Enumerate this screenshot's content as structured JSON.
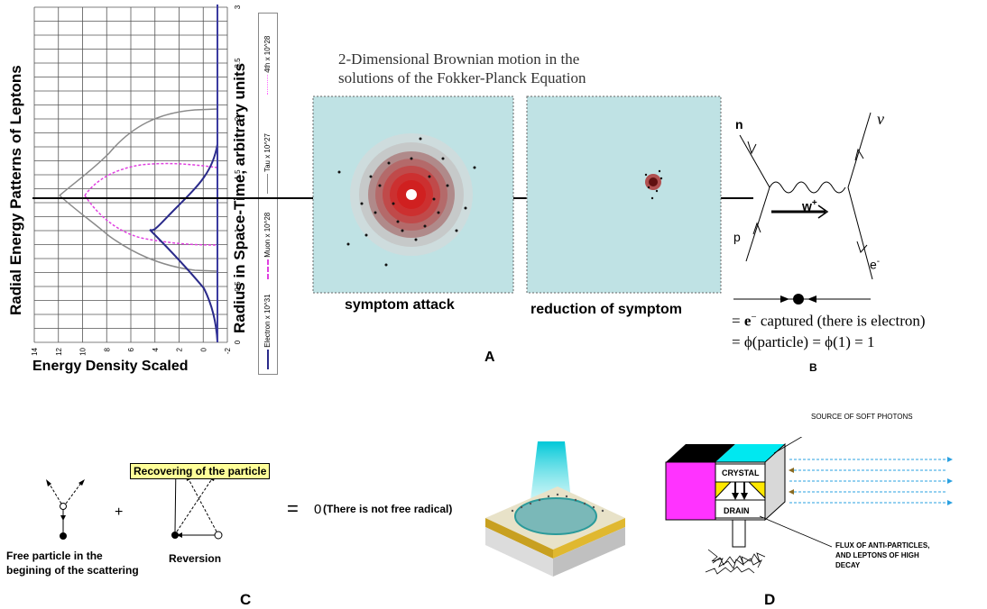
{
  "chart_data": {
    "type": "line",
    "ylabel_outer": "Radial Energy Patterns of Leptons",
    "ylabel": "Radius in Space-Time, arbitrary units",
    "xlabel": "Energy Density Scaled",
    "x_ticks": [
      "14",
      "12",
      "10",
      "8",
      "6",
      "4",
      "2",
      "0",
      "-2"
    ],
    "y_ticks": [
      "0",
      "0.5",
      "1",
      "1.5",
      "2",
      "2.5",
      "3"
    ],
    "legend": [
      "Electron x 10^31",
      "Muon x 10^28",
      "Tau x 10^27",
      "4th x 10^28"
    ],
    "colors": {
      "electron": "#2a2a8a",
      "muon": "#e040e0",
      "tau": "#888888",
      "fourth": "#ff66ff"
    },
    "grid": true
  },
  "panel_a": {
    "title_line1": "2-Dimensional Brownian motion in the",
    "title_line2": "solutions of the Fokker-Planck Equation",
    "caption_left": "symptom attack",
    "caption_right": "reduction of symptom",
    "label": "A"
  },
  "panel_b": {
    "n": "n",
    "nu": "ν",
    "w": "w",
    "w_sup": "+",
    "p": "p",
    "e": "e",
    "e_sup": "-",
    "eq1_a": "= ",
    "eq1_b": "e",
    "eq1_sup": "−",
    "eq1_c": " captured (there is electron)",
    "eq2": "= ϕ(particle) = ϕ(1) = 1",
    "label": "B"
  },
  "panel_c": {
    "box_label": "Recovering of the particle",
    "plus": "+",
    "caption1_line1": "Free particle in the",
    "caption1_line2": "begining of the scattering",
    "caption2": "Reversion",
    "equals": "=",
    "zero": "0",
    "result": "(There is not free radical)",
    "label": "C"
  },
  "panel_d": {
    "source": "SOURCE OF SOFT PHOTONS",
    "crystal": "CRYSTAL",
    "drain": "DRAIN",
    "flux_line1": "FLUX OF ANTI-PARTICLES,",
    "flux_line2": "AND LEPTONS OF HIGH",
    "flux_line3": "DECAY",
    "label": "D"
  }
}
